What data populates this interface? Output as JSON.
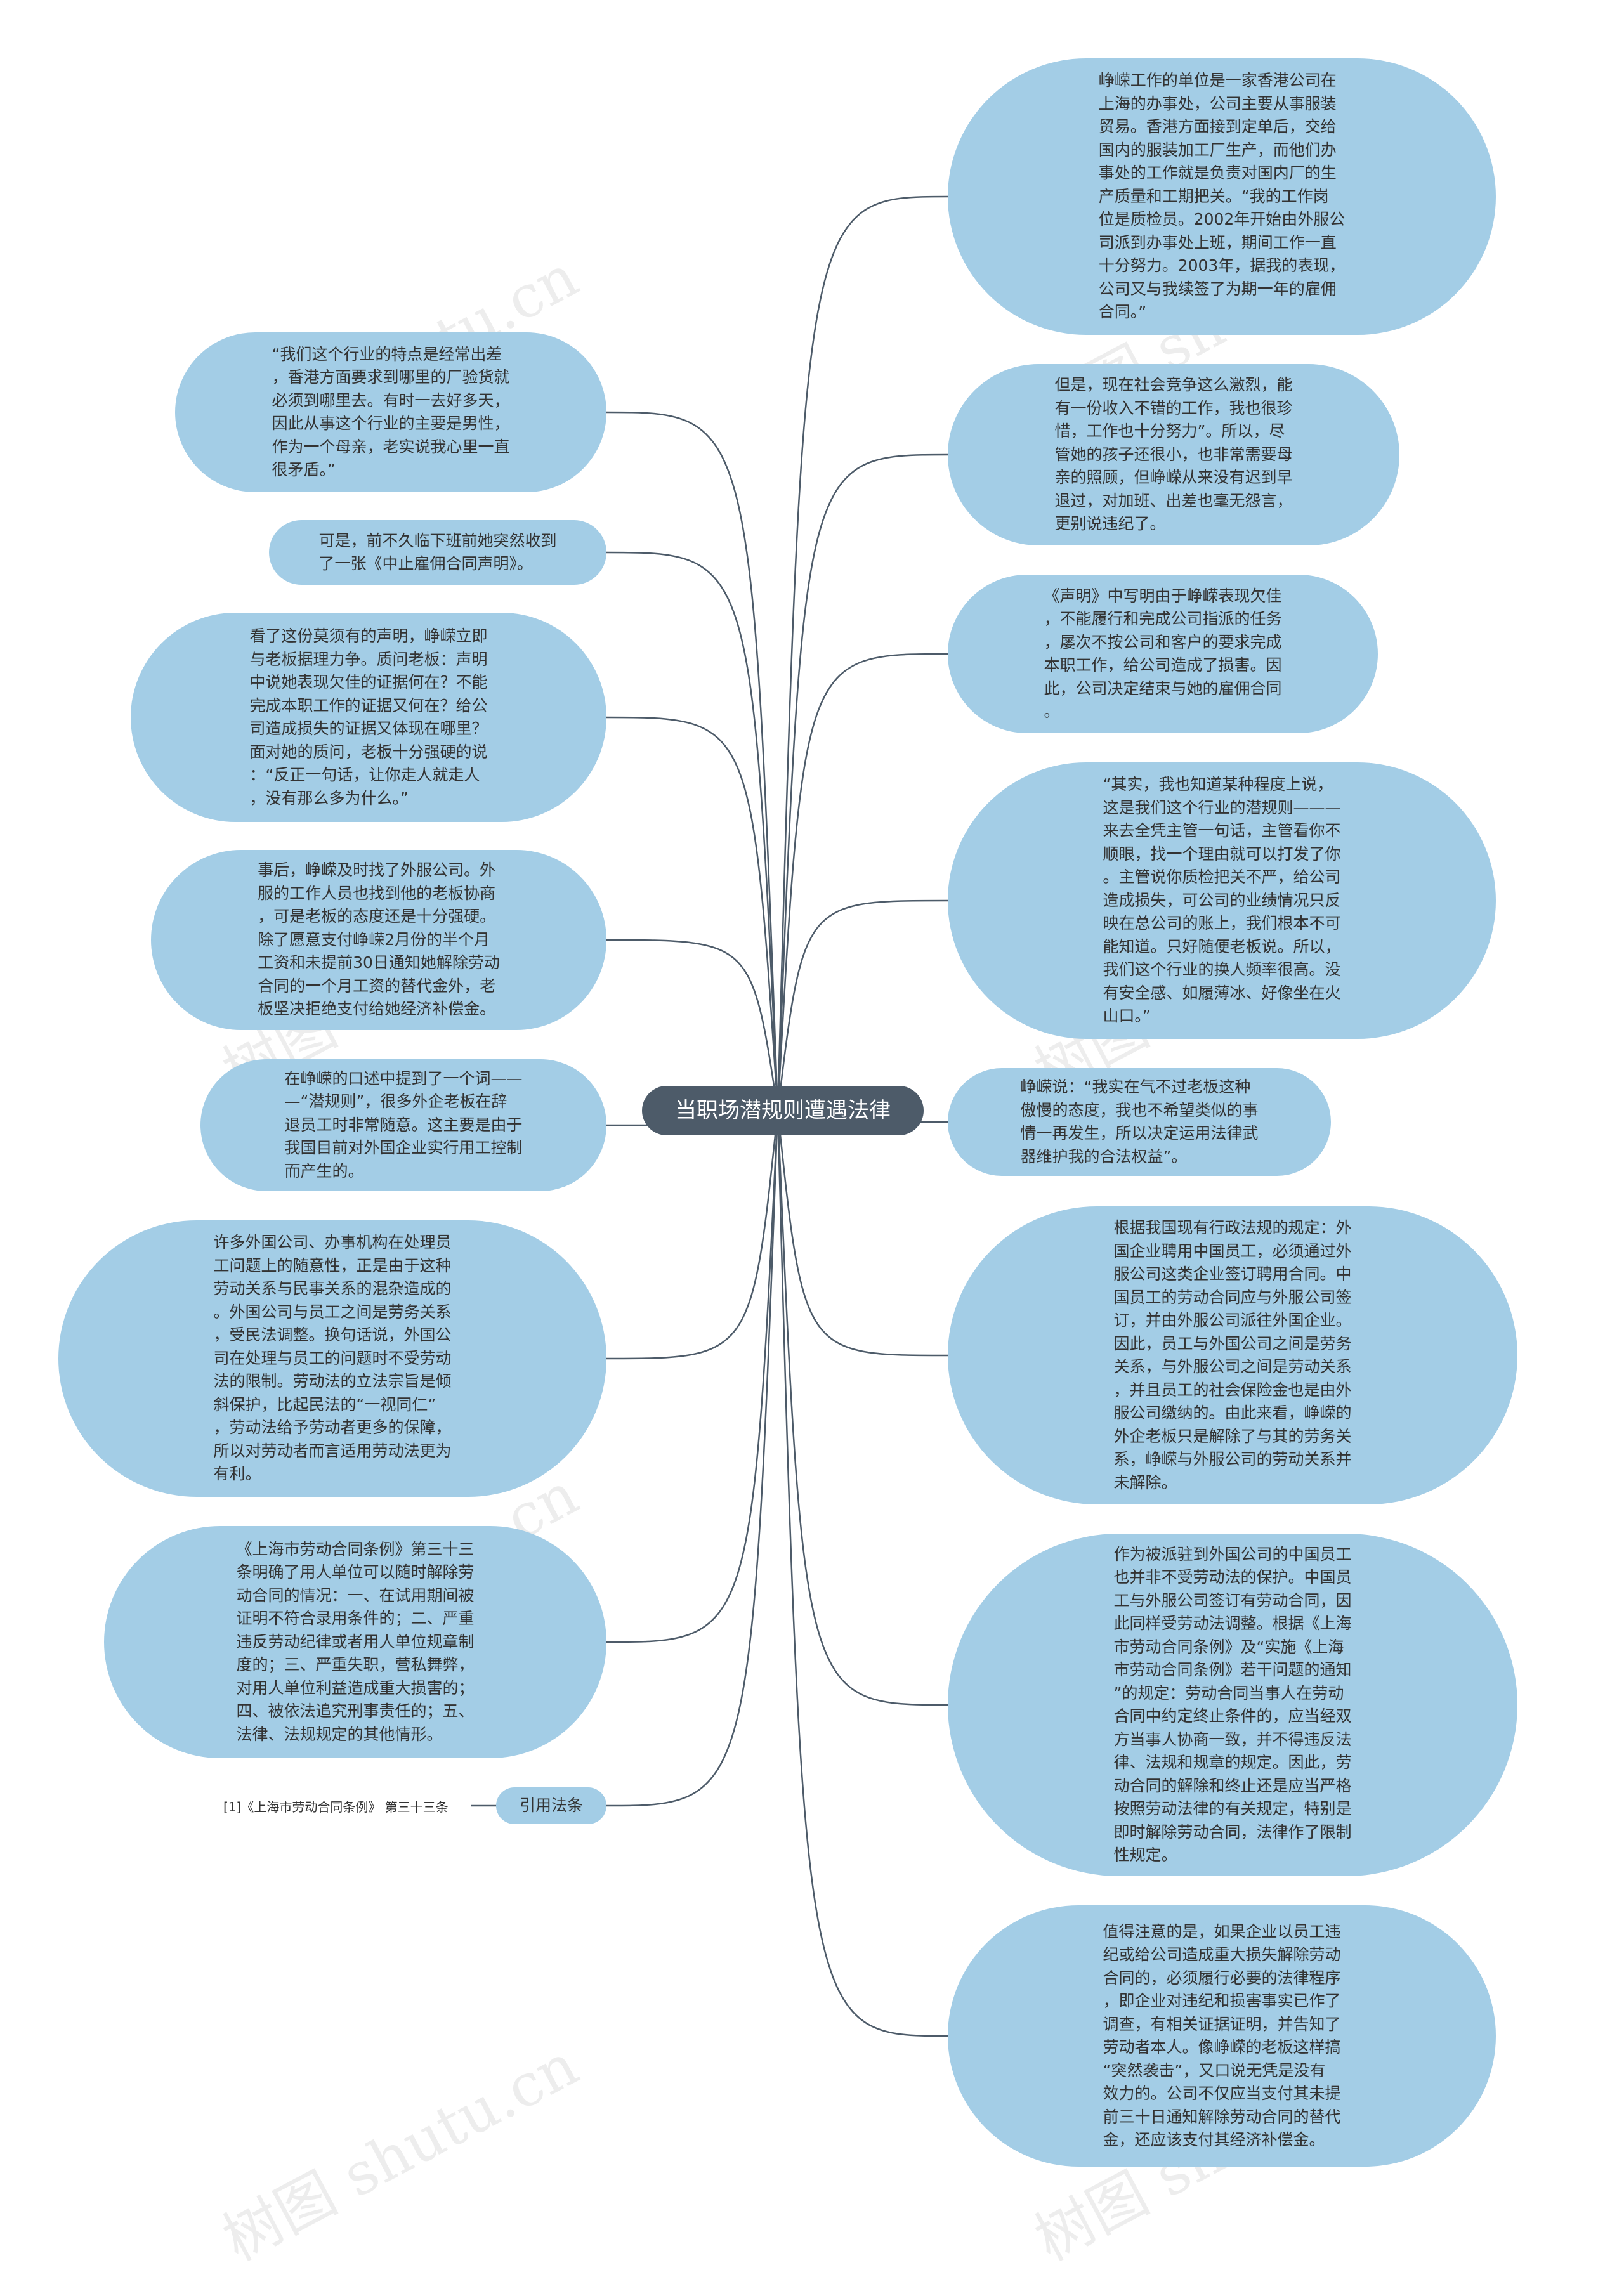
{
  "center": {
    "label": "当职场潜规则遭遇法律"
  },
  "colors": {
    "node_fill": "#a3cde6",
    "center_fill": "#4d5b69",
    "line": "#4d5b69",
    "text": "#333333",
    "watermark": "#d8d8d8"
  },
  "watermark": "树图 shutu.cn",
  "right_nodes": [
    {
      "text": "峥嵘工作的单位是一家香港公司在\n上海的办事处，公司主要从事服装\n贸易。香港方面接到定单后，交给\n国内的服装加工厂生产，而他们办\n事处的工作就是负责对国内厂的生\n产质量和工期把关。“我的工作岗\n位是质检员。2002年开始由外服公\n司派到办事处上班，期间工作一直\n十分努力。2003年，据我的表现，\n公司又与我续签了为期一年的雇佣\n合同。”"
    },
    {
      "text": "但是，现在社会竞争这么激烈，能\n有一份收入不错的工作，我也很珍\n惜，工作也十分努力”。所以，尽\n管她的孩子还很小，也非常需要母\n亲的照顾，但峥嵘从来没有迟到早\n退过，对加班、出差也毫无怨言，\n更别说违纪了。"
    },
    {
      "text": "《声明》中写明由于峥嵘表现欠佳\n，不能履行和完成公司指派的任务\n，屡次不按公司和客户的要求完成\n本职工作，给公司造成了损害。因\n此，公司决定结束与她的雇佣合同\n。"
    },
    {
      "text": "“其实，我也知道某种程度上说，\n这是我们这个行业的潜规则———\n来去全凭主管一句话，主管看你不\n顺眼，找一个理由就可以打发了你\n。主管说你质检把关不严，给公司\n造成损失，可公司的业绩情况只反\n映在总公司的账上，我们根本不可\n能知道。只好随便老板说。所以，\n我们这个行业的换人频率很高。没\n有安全感、如履薄冰、好像坐在火\n山口。”"
    },
    {
      "text": "峥嵘说：“我实在气不过老板这种\n傲慢的态度，我也不希望类似的事\n情一再发生，所以决定运用法律武\n器维护我的合法权益”。"
    },
    {
      "text": "根据我国现有行政法规的规定：外\n国企业聘用中国员工，必须通过外\n服公司这类企业签订聘用合同。中\n国员工的劳动合同应与外服公司签\n订，并由外服公司派往外国企业。\n因此，员工与外国公司之间是劳务\n关系，与外服公司之间是劳动关系\n，并且员工的社会保险金也是由外\n服公司缴纳的。由此来看，峥嵘的\n外企老板只是解除了与其的劳务关\n系，峥嵘与外服公司的劳动关系并\n未解除。"
    },
    {
      "text": "作为被派驻到外国公司的中国员工\n也并非不受劳动法的保护。中国员\n工与外服公司签订有劳动合同，因\n此同样受劳动法调整。根据《上海\n市劳动合同条例》及“实施《上海\n市劳动合同条例》若干问题的通知\n”的规定：劳动合同当事人在劳动\n合同中约定终止条件的，应当经双\n方当事人协商一致，并不得违反法\n律、法规和规章的规定。因此，劳\n动合同的解除和终止还是应当严格\n按照劳动法律的有关规定，特别是\n即时解除劳动合同，法律作了限制\n性规定。"
    },
    {
      "text": "值得注意的是，如果企业以员工违\n纪或给公司造成重大损失解除劳动\n合同的，必须履行必要的法律程序\n，即企业对违纪和损害事实已作了\n调查，有相关证据证明，并告知了\n劳动者本人。像峥嵘的老板这样搞\n“突然袭击”，又口说无凭是没有\n效力的。公司不仅应当支付其未提\n前三十日通知解除劳动合同的替代\n金，还应该支付其经济补偿金。"
    }
  ],
  "left_nodes": [
    {
      "text": "“我们这个行业的特点是经常出差\n，香港方面要求到哪里的厂验货就\n必须到哪里去。有时一去好多天，\n因此从事这个行业的主要是男性，\n作为一个母亲，老实说我心里一直\n很矛盾。”"
    },
    {
      "text": "可是，前不久临下班前她突然收到\n了一张《中止雇佣合同声明》。"
    },
    {
      "text": "看了这份莫须有的声明，峥嵘立即\n与老板据理力争。质问老板：声明\n中说她表现欠佳的证据何在？不能\n完成本职工作的证据又何在？给公\n司造成损失的证据又体现在哪里？\n面对她的质问，老板十分强硬的说\n：“反正一句话，让你走人就走人\n，没有那么多为什么。”"
    },
    {
      "text": "事后，峥嵘及时找了外服公司。外\n服的工作人员也找到他的老板协商\n，可是老板的态度还是十分强硬。\n除了愿意支付峥嵘2月份的半个月\n工资和未提前30日通知她解除劳动\n合同的一个月工资的替代金外，老\n板坚决拒绝支付给她经济补偿金。"
    },
    {
      "text": "在峥嵘的口述中提到了一个词——\n—“潜规则”，很多外企老板在辞\n退员工时非常随意。这主要是由于\n我国目前对外国企业实行用工控制\n而产生的。"
    },
    {
      "text": "许多外国公司、办事机构在处理员\n工问题上的随意性，正是由于这种\n劳动关系与民事关系的混杂造成的\n。外国公司与员工之间是劳务关系\n，受民法调整。换句话说，外国公\n司在处理与员工的问题时不受劳动\n法的限制。劳动法的立法宗旨是倾\n斜保护，比起民法的“一视同仁”\n，劳动法给予劳动者更多的保障，\n所以对劳动者而言适用劳动法更为\n有利。"
    },
    {
      "text": "《上海市劳动合同条例》第三十三\n条明确了用人单位可以随时解除劳\n动合同的情况：一、在试用期间被\n证明不符合录用条件的；二、严重\n违反劳动纪律或者用人单位规章制\n度的；三、严重失职，营私舞弊，\n对用人单位利益造成重大损害的；\n四、被依法追究刑事责任的；五、\n法律、法规规定的其他情形。"
    },
    {
      "text": "引用法条"
    }
  ],
  "reference": {
    "text": "[1]《上海市劳动合同条例》 第三十三条"
  }
}
